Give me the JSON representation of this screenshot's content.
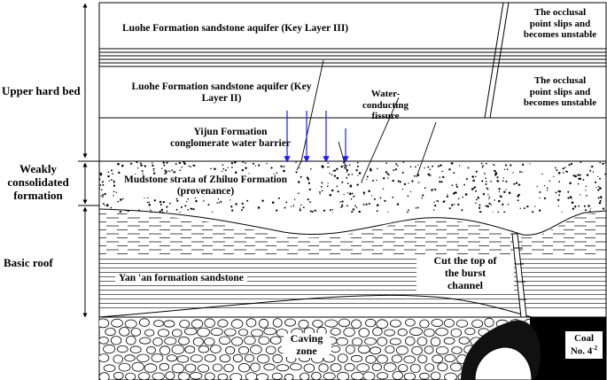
{
  "side_labels": {
    "upper_hard_bed": "Upper hard bed",
    "weakly_consolidated_line1": "Weakly",
    "weakly_consolidated_line2": "consolidated",
    "weakly_consolidated_line3": "formation",
    "basic_roof": "Basic roof"
  },
  "strata_labels": {
    "luohe_key_layer_iii": "Luohe Formation sandstone aquifer (Key Layer III)",
    "luohe_key_layer_ii_line1": "Luohe Formation sandstone aquifer (Key",
    "luohe_key_layer_ii_line2": "Layer II)",
    "yijun_line1": "Yijun Formation",
    "yijun_line2": "conglomerate water barrier",
    "mudstone_line1": "Mudstone strata of Zhiluo Formation",
    "mudstone_line2": "(provenance)",
    "yanan": "Yan 'an formation sandstone"
  },
  "annotations": {
    "occlusal_top_line1": "The occlusal",
    "occlusal_top_line2": "point slips and",
    "occlusal_top_line3": "becomes unstable",
    "occlusal_mid_line1": "The occlusal",
    "occlusal_mid_line2": "point slips and",
    "occlusal_mid_line3": "becomes unstable",
    "water_fissure_line1": "Water-",
    "water_fissure_line2": "conducting",
    "water_fissure_line3": "fissure",
    "burst_line1": "Cut the top of",
    "burst_line2": "the burst",
    "burst_line3": "channel",
    "caving_line1": "Caving",
    "caving_line2": "zone",
    "coal_line1": "Coal",
    "coal_line2_prefix": "No. 4",
    "coal_line2_sup": "-2"
  },
  "colors": {
    "ink": "#000000",
    "water_arrow": "#1a1aff",
    "background": "#ffffff"
  }
}
